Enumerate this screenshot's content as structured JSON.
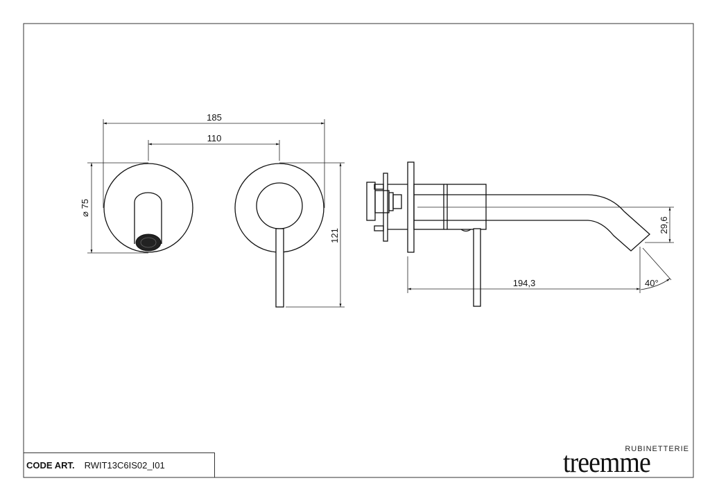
{
  "drawing": {
    "dimensions": {
      "overall_width": "185",
      "centers_distance": "110",
      "plate_diameter": "⌀ 75",
      "total_height": "121",
      "spout_projection": "194,3",
      "spout_drop": "29,6",
      "outlet_angle": "40°"
    }
  },
  "title_block": {
    "code_label": "CODE ART.",
    "code_value": "RWIT13C6IS02_I01"
  },
  "logo": {
    "subtitle": "RUBINETTERIE",
    "brand": "treemme"
  }
}
